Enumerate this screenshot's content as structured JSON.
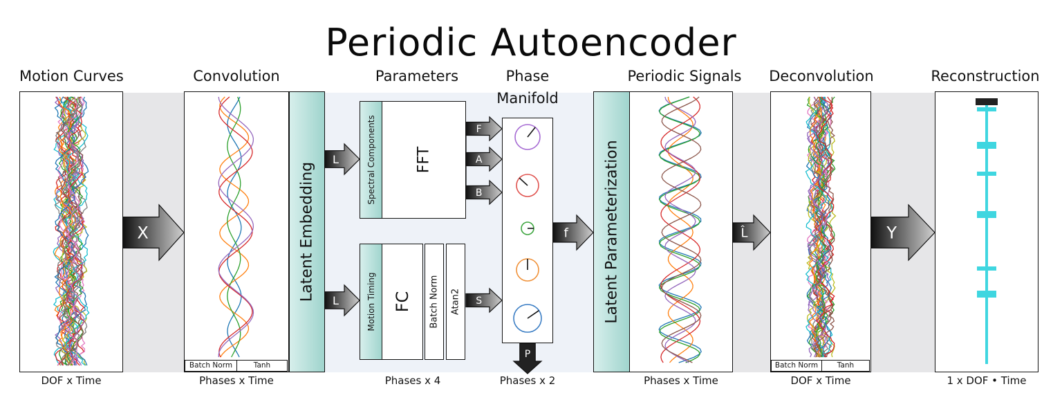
{
  "title": "Periodic Autoencoder",
  "stages": {
    "motion_curves": {
      "heading": "Motion Curves",
      "footer": "DOF x Time"
    },
    "convolution": {
      "heading": "Convolution",
      "footer": "Phases x Time",
      "bn": "Batch Norm",
      "act": "Tanh"
    },
    "parameters": {
      "heading": "Parameters",
      "footer": "Phases x 4"
    },
    "phase_manifold": {
      "heading_line1": "Phase",
      "heading_line2": "Manifold",
      "footer": "Phases x 2"
    },
    "periodic_signals": {
      "heading": "Periodic Signals",
      "footer": "Phases x Time"
    },
    "deconvolution": {
      "heading": "Deconvolution",
      "footer": "DOF x Time",
      "bn": "Batch Norm",
      "act": "Tanh"
    },
    "reconstruction": {
      "heading": "Reconstruction",
      "footer": "1 x DOF • Time"
    }
  },
  "blocks": {
    "latent_embedding": "Latent Embedding",
    "latent_parameterization": "Latent Parameterization",
    "spectral_components": "Spectral Components",
    "fft": "FFT",
    "motion_timing": "Motion Timing",
    "fc": "FC",
    "batch_norm": "Batch Norm",
    "atan2": "Atan2"
  },
  "arrows": {
    "x": "X",
    "l_top": "L",
    "l_bottom": "L",
    "f": "F",
    "a": "A",
    "b": "B",
    "s": "S",
    "p": "P",
    "func": "f",
    "l_hat": "L̂",
    "y": "Y"
  },
  "colors": {
    "teal_light": "#d7efec",
    "teal_dark": "#9fd4cd",
    "gray_band": "#e6e6e8",
    "manifold_bg": "#eef2f8",
    "cyan_skeleton": "#3fd6e0"
  },
  "dials": [
    {
      "color": "#a66bd3"
    },
    {
      "color": "#e0534f"
    },
    {
      "color": "#3da53f"
    },
    {
      "color": "#f0923a"
    },
    {
      "color": "#3a7dc4"
    }
  ]
}
